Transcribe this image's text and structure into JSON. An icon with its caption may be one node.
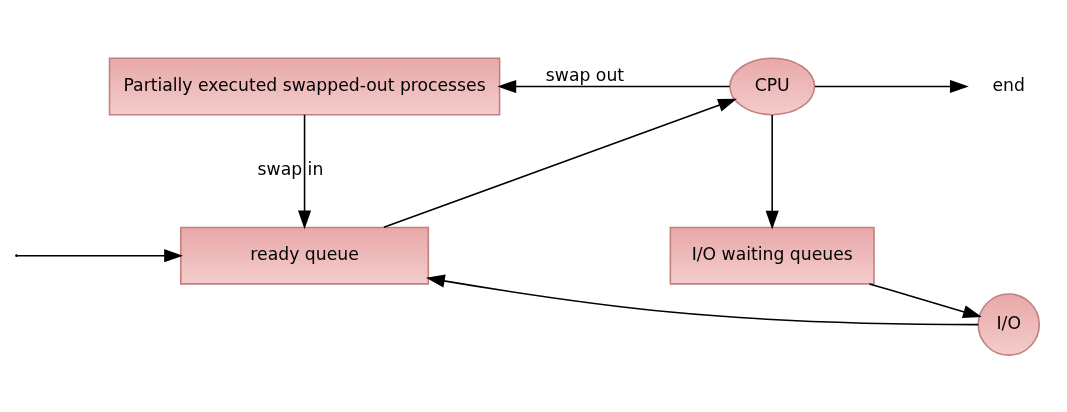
{
  "diagram": {
    "nodes": [
      {
        "text": [
          "Partially executed swapped-out processes"
        ]
      },
      {
        "text": [
          "ready queue"
        ]
      },
      {
        "text": [
          "CPU"
        ]
      },
      {
        "text": [
          "end"
        ]
      },
      {
        "text": [
          "I/O waiting queues"
        ]
      },
      {
        "text": [
          "I/O"
        ]
      }
    ],
    "edges": [
      {
        "from": 0,
        "to": 1,
        "arrow": "to",
        "label": "swap in"
      },
      {
        "from": null,
        "to": 1,
        "arrow": "to"
      },
      {
        "from": 1,
        "to": 2,
        "arrow": "to"
      },
      {
        "from": 2,
        "to": 0,
        "arrow": "to",
        "label": "swap out"
      },
      {
        "from": 2,
        "to": 3,
        "arrow": "to"
      },
      {
        "from": 2,
        "to": 4,
        "arrow": "to"
      },
      {
        "from": 4,
        "to": 5,
        "arrow": "to"
      },
      {
        "from": 5,
        "to": 1,
        "arrow": "to"
      }
    ]
  }
}
